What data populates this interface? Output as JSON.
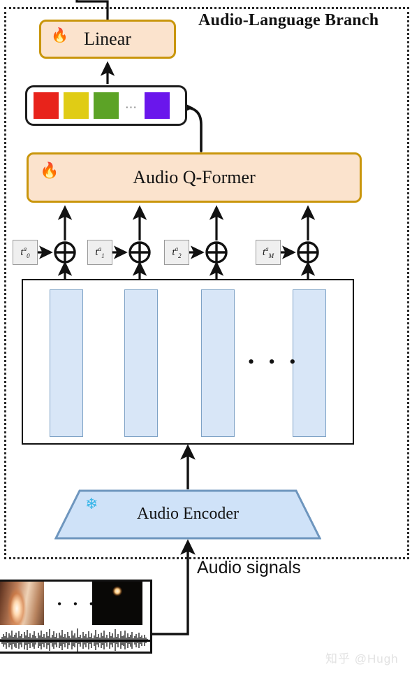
{
  "branch": {
    "title": "Audio-Language Branch",
    "border_color": "#2b2b2b"
  },
  "blocks": {
    "linear": {
      "label": "Linear",
      "icon": "fire-icon",
      "icon_glyph": "🔥",
      "fill": "#fbe3cd",
      "border": "#c9960c",
      "state": "trainable"
    },
    "qformer": {
      "label": "Audio Q-Former",
      "icon": "fire-icon",
      "icon_glyph": "🔥",
      "fill": "#fbe3cd",
      "border": "#c9960c",
      "state": "trainable"
    },
    "encoder": {
      "label": "Audio Encoder",
      "icon": "snowflake-icon",
      "icon_glyph": "❄",
      "fill": "#cfe2f8",
      "border": "#6e96be",
      "state": "frozen"
    }
  },
  "query_tokens": {
    "squares": [
      {
        "name": "token-square-red",
        "color": "#e8231b"
      },
      {
        "name": "token-square-yellow",
        "color": "#e0cc15"
      },
      {
        "name": "token-square-green",
        "color": "#5ca326"
      },
      {
        "name": "token-square-purple",
        "color": "#6a16ec"
      }
    ],
    "ellipsis": "⋯"
  },
  "position_tokens": [
    {
      "base": "t",
      "sup": "a",
      "sub": "0"
    },
    {
      "base": "t",
      "sup": "a",
      "sub": "1"
    },
    {
      "base": "t",
      "sup": "a",
      "sub": "2"
    },
    {
      "base": "t",
      "sup": "a",
      "sub": "M"
    }
  ],
  "features": {
    "bar_count": 4,
    "ellipsis": "• • •",
    "bar_fill": "#d8e6f7",
    "bar_border": "#7ea2c6"
  },
  "labels": {
    "audio_signals": "Audio signals",
    "frames_ellipsis": "• • •"
  },
  "watermark": {
    "text": "知乎 @Hugh"
  }
}
